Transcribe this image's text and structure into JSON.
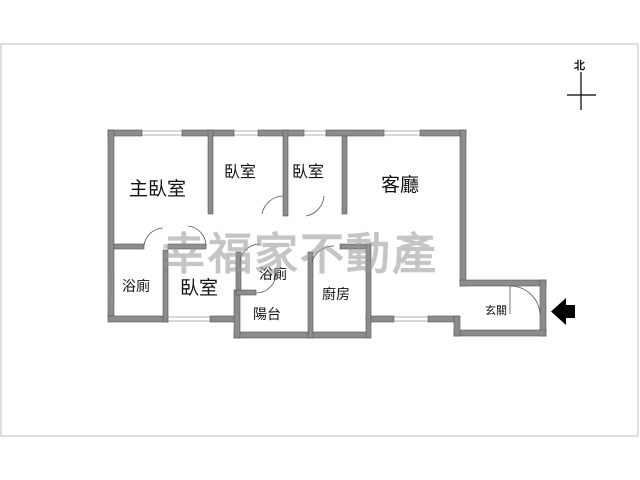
{
  "plan": {
    "north_label": "北",
    "rooms": {
      "master_bedroom": "主臥室",
      "bedroom_a": "臥室",
      "bedroom_b": "臥室",
      "living_room": "客廳",
      "bath_left": "浴廁",
      "bedroom_c": "臥室",
      "bath_center": "浴廁",
      "balcony": "陽台",
      "kitchen": "廚房",
      "entrance": "玄關"
    },
    "watermark": "幸福家不動產",
    "colors": {
      "wall": "#8c8c8c",
      "border": "#bdbdbd",
      "text": "#111111",
      "arrow": "#000000"
    }
  }
}
